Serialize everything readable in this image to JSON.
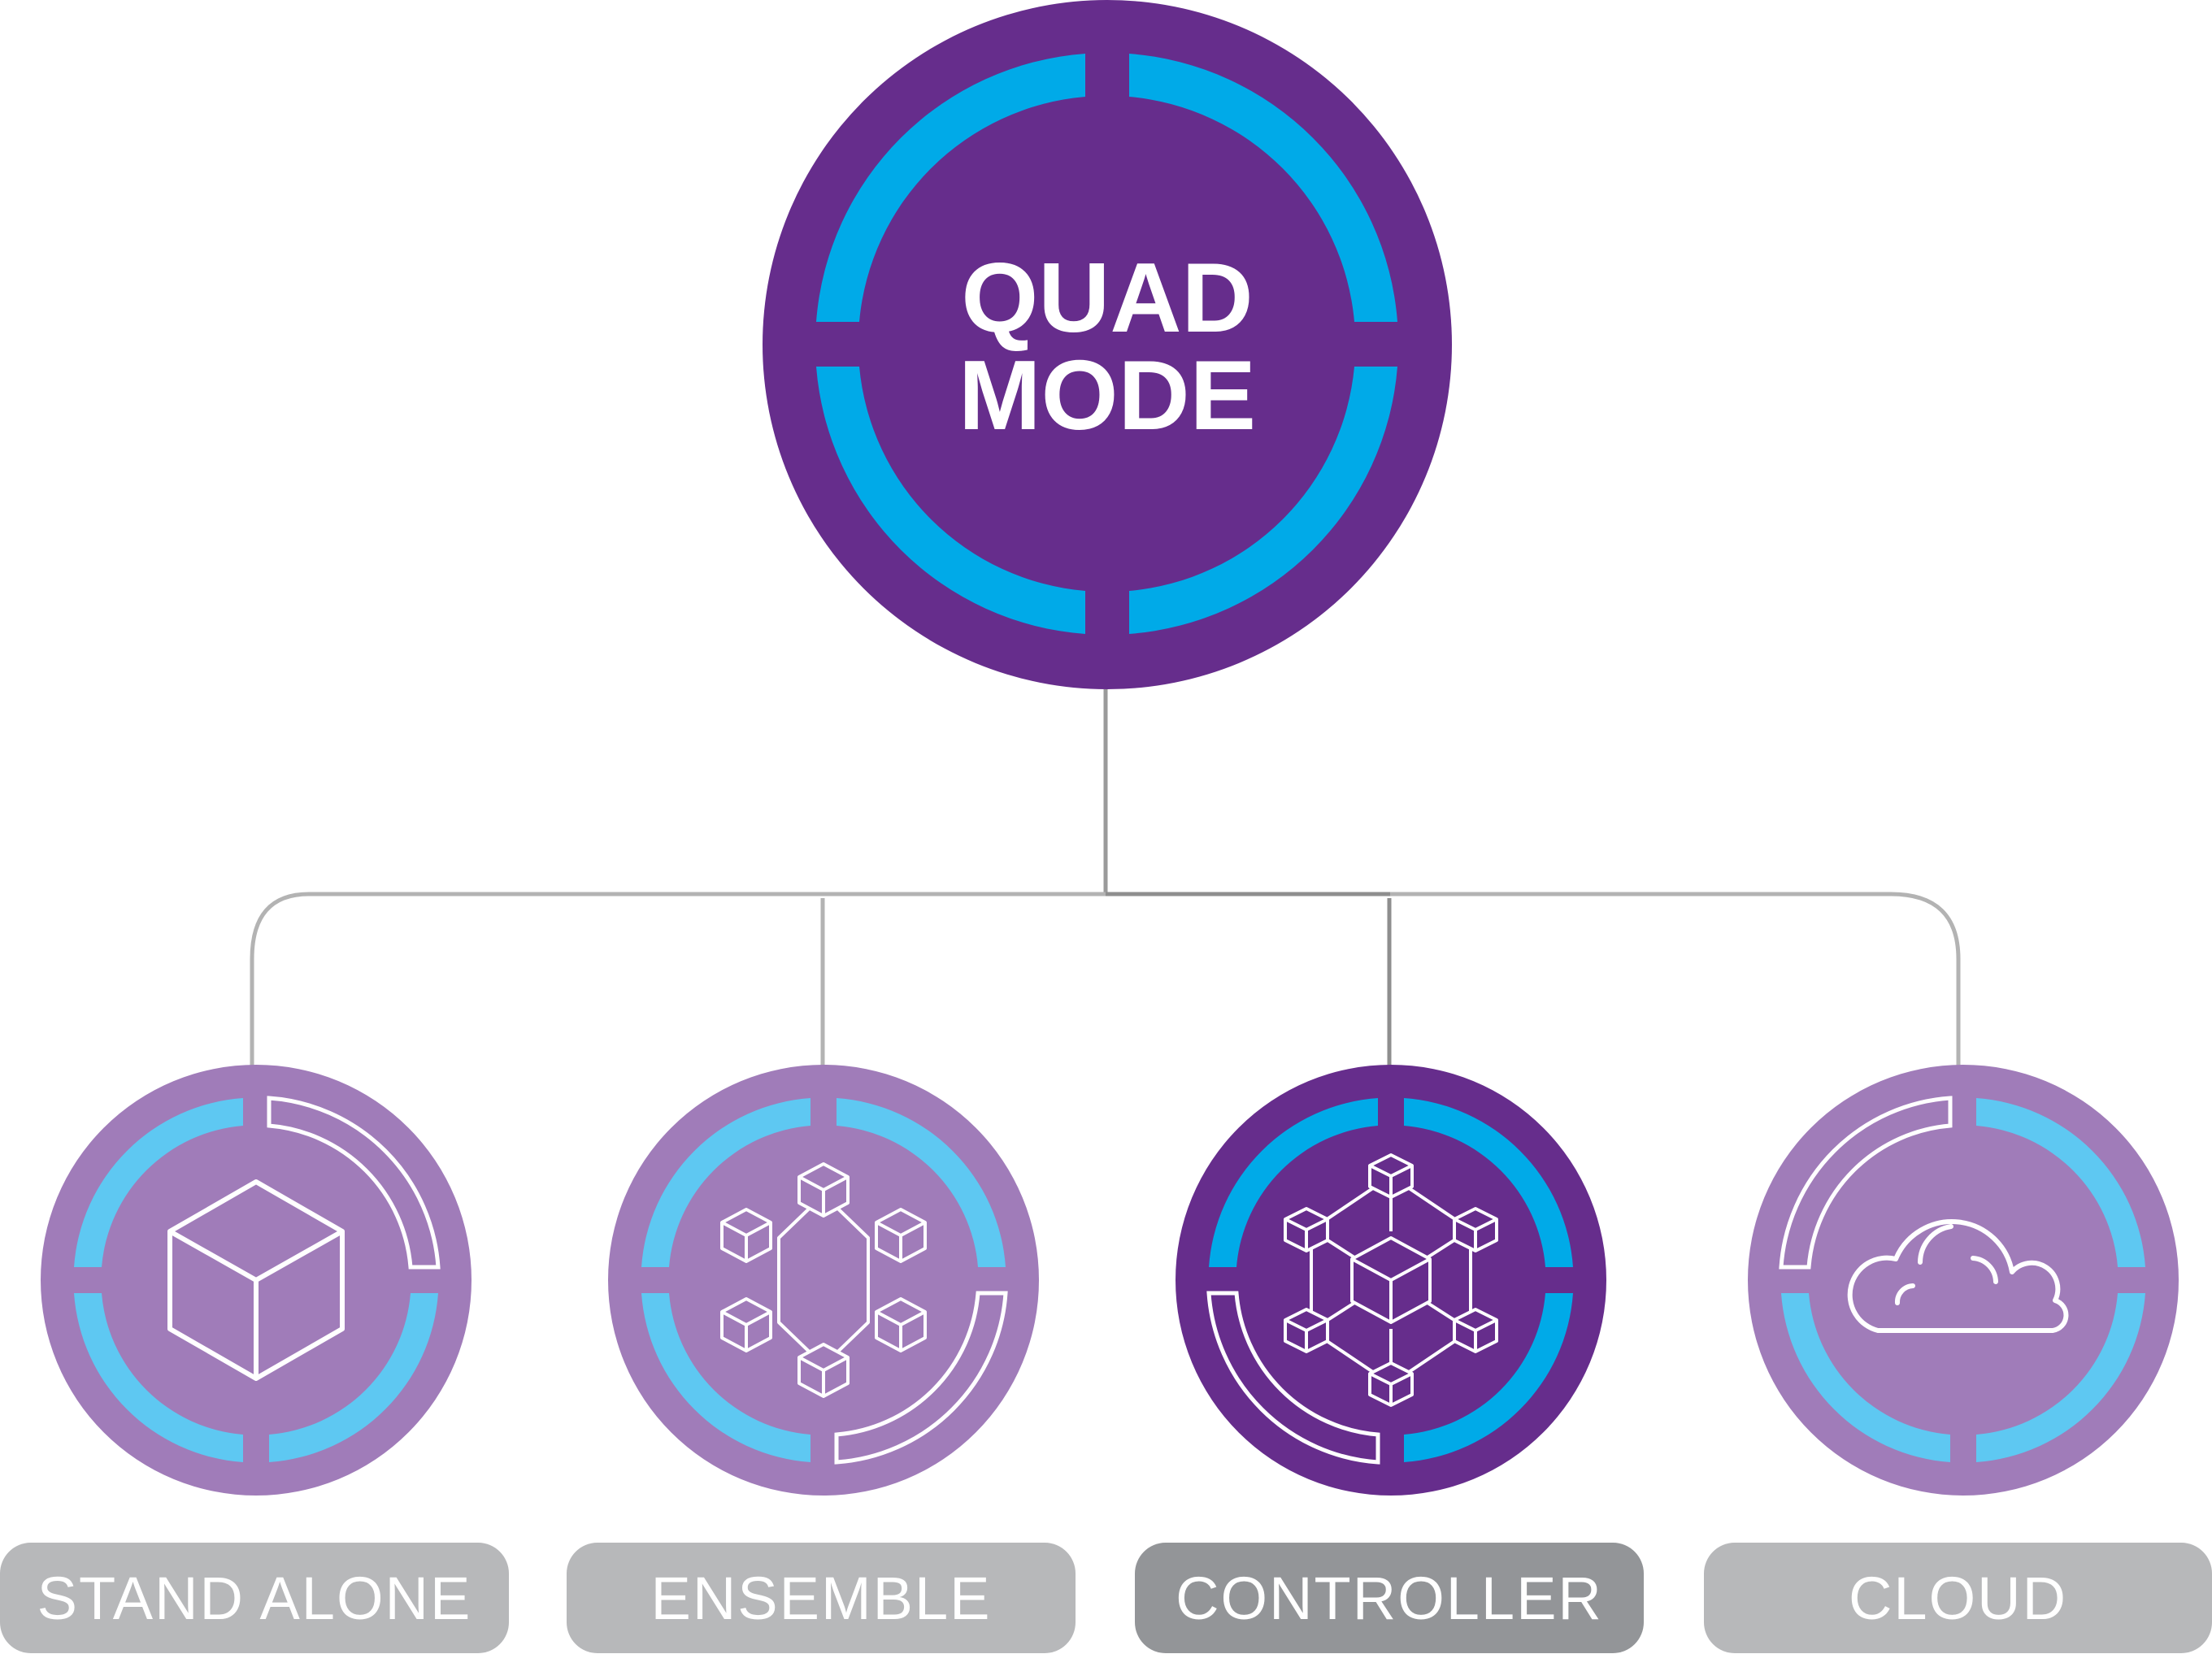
{
  "main": {
    "title_line1": "QUAD",
    "title_line2": "MODE"
  },
  "modes": [
    {
      "id": "stand-alone",
      "label": "STAND ALONE",
      "icon": "cube-icon",
      "active": false
    },
    {
      "id": "ensemble",
      "label": "ENSEMBLE",
      "icon": "cube-ring-icon",
      "active": false
    },
    {
      "id": "controller",
      "label": "CONTROLLER",
      "icon": "cube-network-icon",
      "active": true
    },
    {
      "id": "cloud",
      "label": "CLOUD",
      "icon": "cloud-icon",
      "active": false
    }
  ],
  "colors": {
    "main_purple": "#662d8c",
    "light_purple": "#a07cb9",
    "blue_arc": "#00aae8",
    "light_blue_arc": "#5ec8f2",
    "connector_gray": "#b3b3b3",
    "connector_dark": "#8e8e8e",
    "label_gray": "#b7b8ba",
    "label_active_gray": "#939598"
  }
}
